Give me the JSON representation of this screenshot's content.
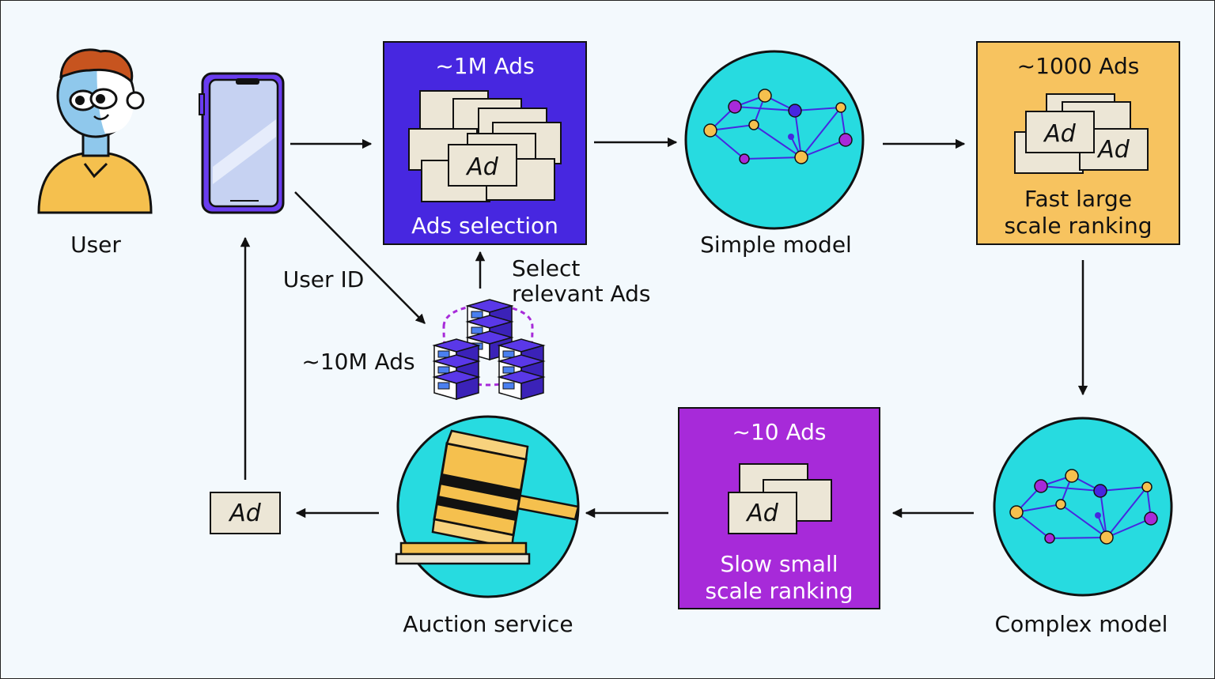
{
  "user": {
    "label": "User"
  },
  "user_id_label": "User ID",
  "ads_pool": {
    "count": "~10M Ads"
  },
  "select_label": {
    "line1": "Select",
    "line2": "relevant Ads"
  },
  "ads_selection": {
    "count": "~1M Ads",
    "title": "Ads selection"
  },
  "simple_model": {
    "label": "Simple model"
  },
  "fast_ranking": {
    "count": "~1000 Ads",
    "title_line1": "Fast large",
    "title_line2": "scale ranking"
  },
  "complex_model": {
    "label": "Complex model"
  },
  "slow_ranking": {
    "count": "~10 Ads",
    "title_line1": "Slow small",
    "title_line2": "scale ranking"
  },
  "auction": {
    "label": "Auction service"
  },
  "ad_card": "Ad",
  "final_ad": "Ad",
  "colors": {
    "ads_selection_bg": "#4727e0",
    "fast_ranking_bg": "#f7c35f",
    "slow_ranking_bg": "#a72ad9",
    "model_circle": "#27dbe0",
    "ad_card": "#ece6d6",
    "background": "#f3f9fd"
  }
}
